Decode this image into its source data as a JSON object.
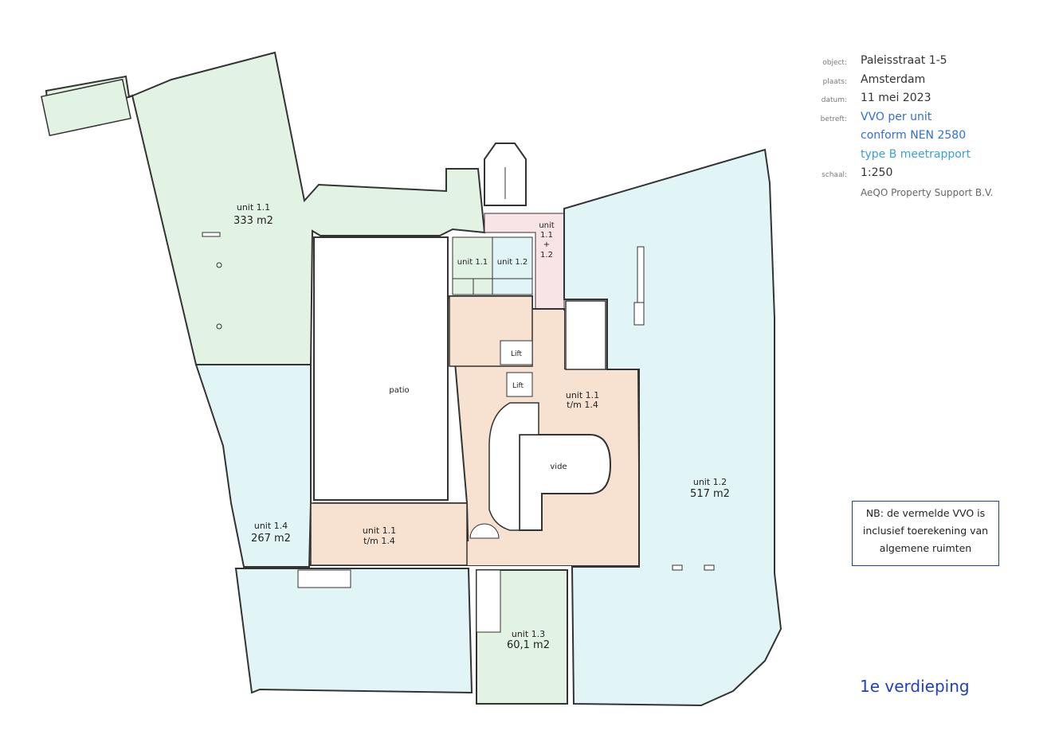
{
  "info": {
    "rows": [
      {
        "key": "object:",
        "value": "Paleisstraat 1-5"
      },
      {
        "key": "plaats:",
        "value": "Amsterdam"
      },
      {
        "key": "datum:",
        "value": "11 mei 2023"
      },
      {
        "key": "betreft:",
        "value": "VVO per unit"
      },
      {
        "key": "",
        "value": "conform NEN 2580"
      },
      {
        "key": "",
        "value": "type B meetrapport"
      },
      {
        "key": "schaal:",
        "value": "1:250"
      },
      {
        "key": "",
        "value": "AeQO Property Support B.V."
      }
    ]
  },
  "note": {
    "line1": "NB: de vermelde VVO is",
    "line2": "inclusief toerekening van",
    "line3": "algemene ruimten"
  },
  "floor_label": "1e verdieping",
  "labels": {
    "unit11_name": "unit 1.1",
    "unit11_area": "333 m2",
    "unit12_name": "unit 1.2",
    "unit12_area": "517 m2",
    "unit14_name": "unit 1.4",
    "unit14_area": "267 m2",
    "unit13_name": "unit 1.3",
    "unit13_area": "60,1 m2",
    "small_unit11": "unit 1.1",
    "small_unit12": "unit 1.2",
    "shared_a": "unit",
    "shared_b": "1.1",
    "shared_c": "+",
    "shared_d": "1.2",
    "core_name": "unit 1.1",
    "core_range": "t/m 1.4",
    "bottom_name": "unit 1.1",
    "bottom_range": "t/m 1.4",
    "patio": "patio",
    "vide": "vide",
    "lift1": "Lift",
    "lift2": "Lift"
  },
  "colors": {
    "unit11": "#e3f3e3",
    "unit12": "#e1f5f7",
    "unit13": "#e3f3e3",
    "unit14": "#e1f5f7",
    "shared": "#f7e1d0",
    "shared_pink": "#f8e3e6",
    "wall": "#333333",
    "accent": "#1e40c8"
  }
}
